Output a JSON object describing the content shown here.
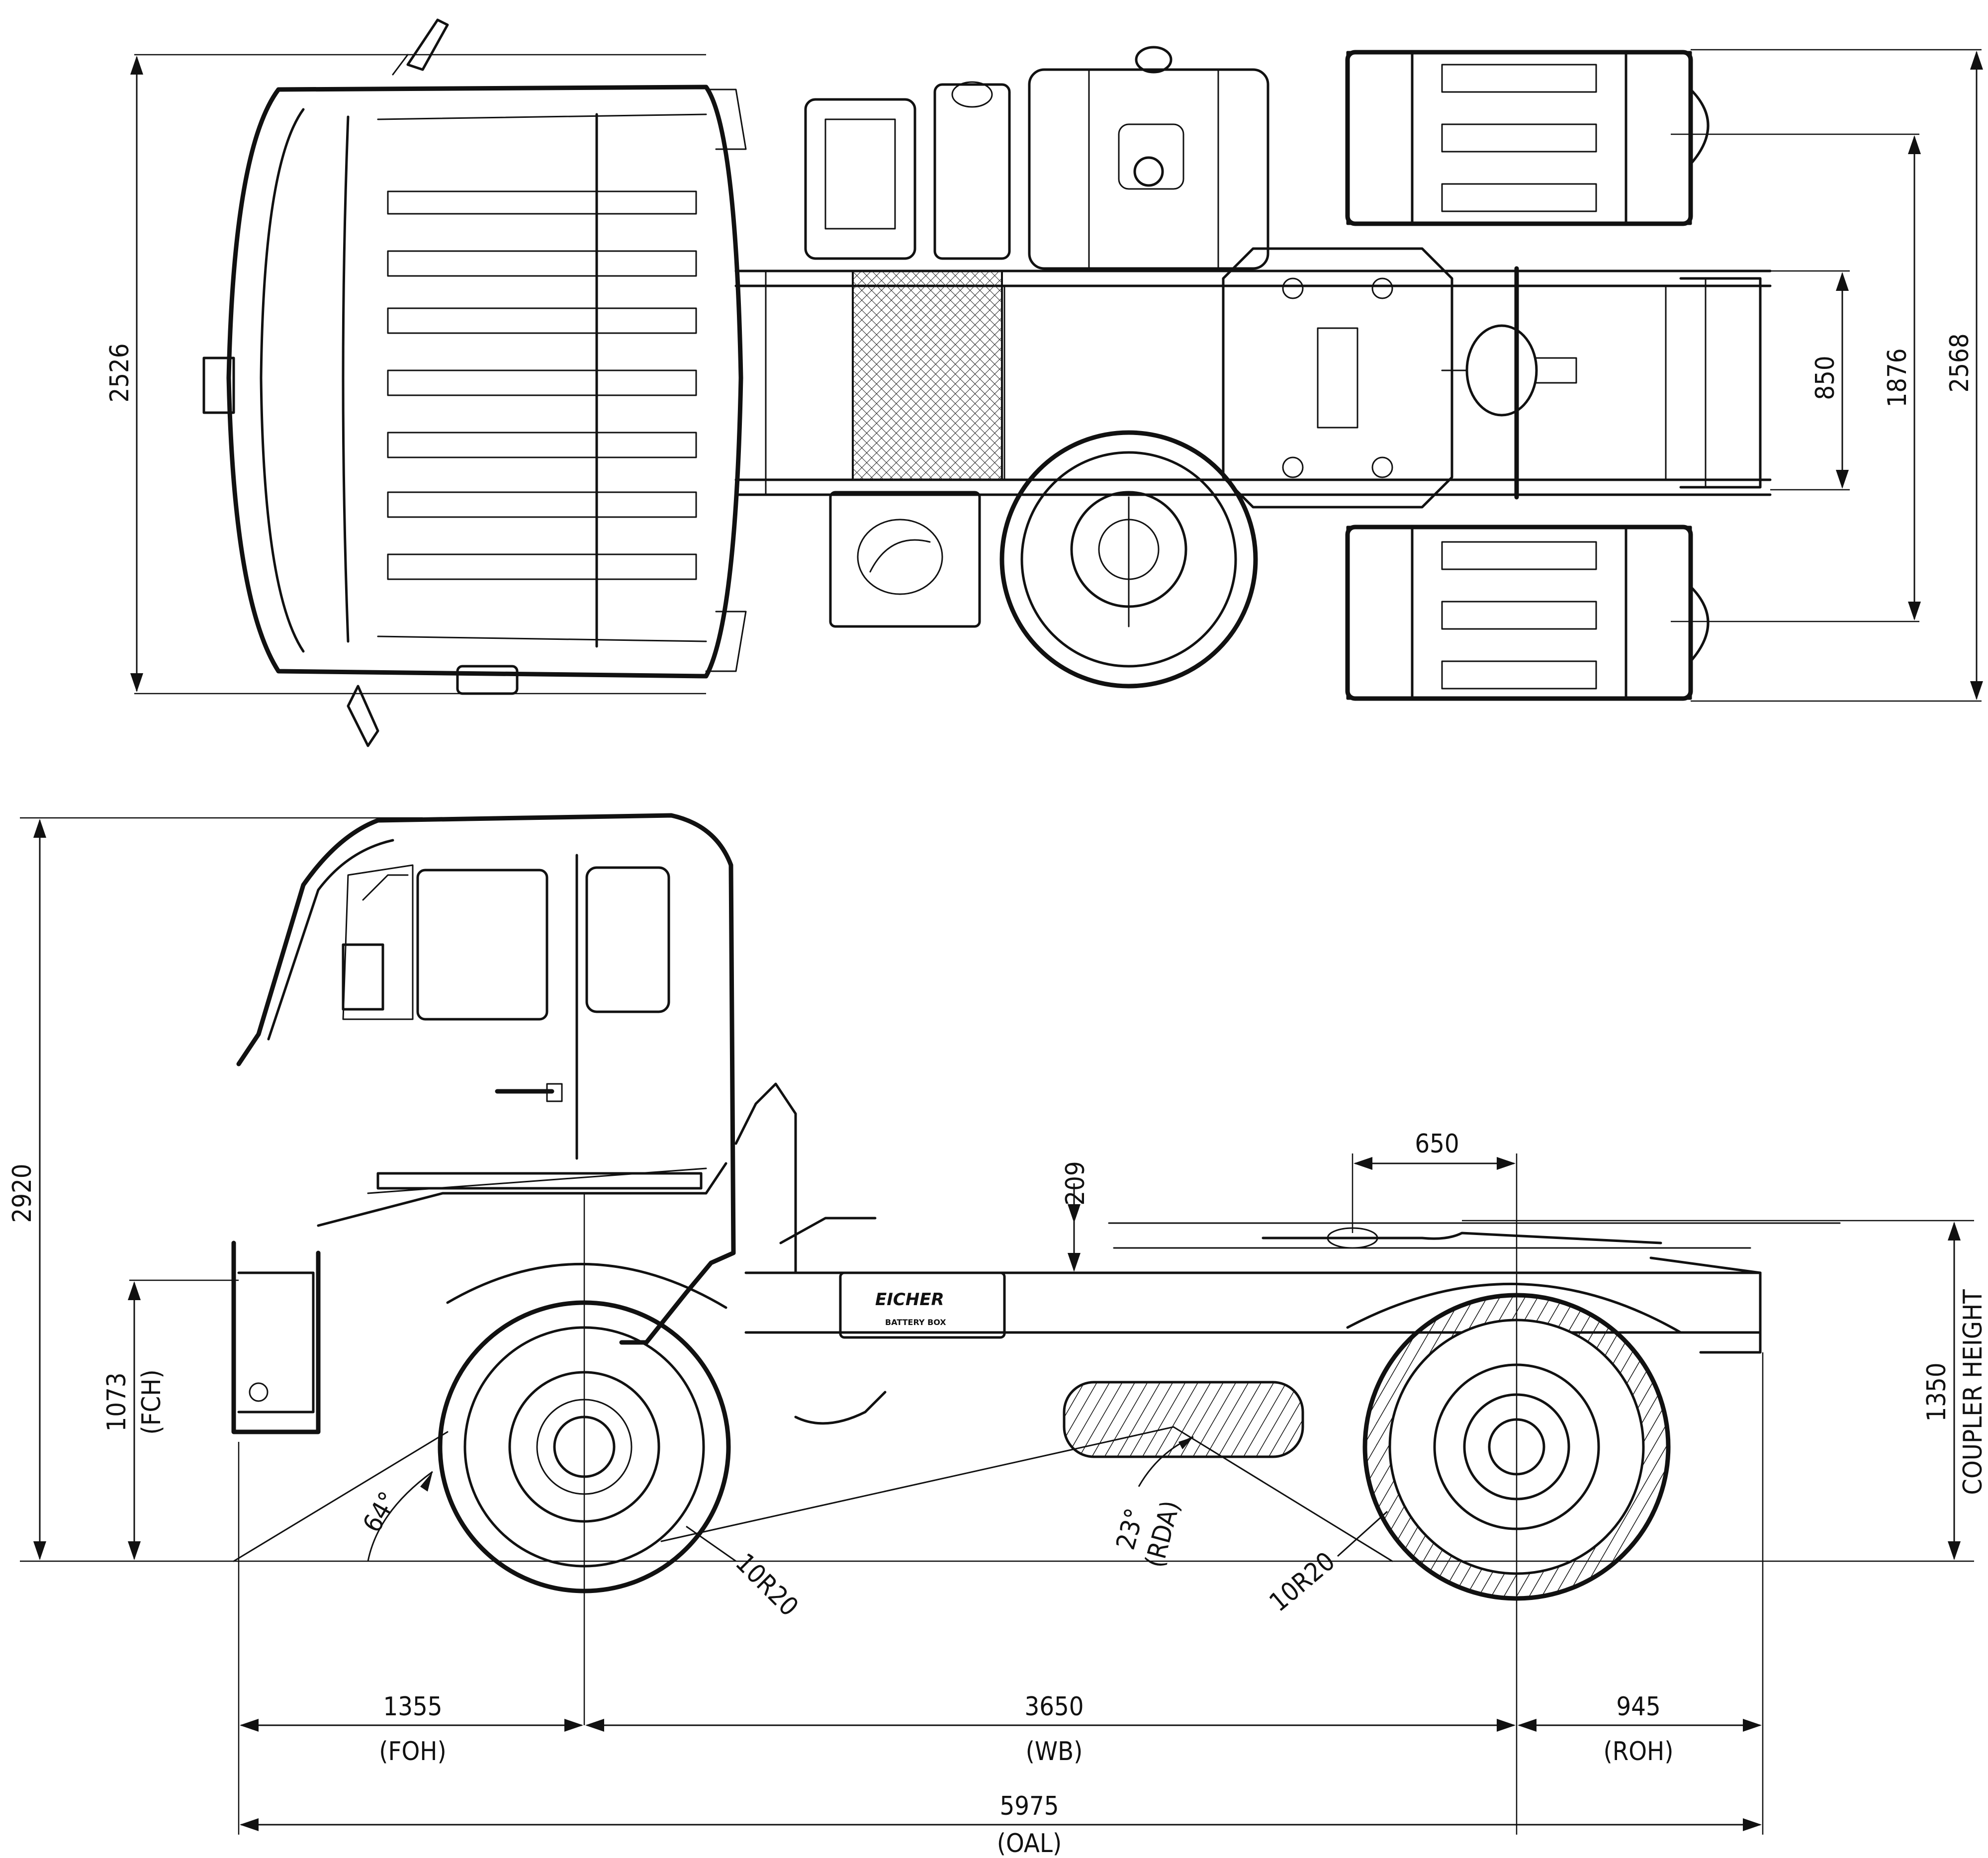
{
  "brand": {
    "name": "EICHER",
    "battery_box": "BATTERY BOX"
  },
  "top_view": {
    "overall_width": "2526",
    "rear_overall_width": "2568",
    "wheel_track": "1876",
    "frame_width": "850"
  },
  "side_view": {
    "overall_height": "2920",
    "frame_clearance_top": "209",
    "frame_height": "1073",
    "frame_height_abbrev": "(FCH)",
    "coupler_height": "1350",
    "coupler_height_label": "COUPLER HEIGHT",
    "fifth_wheel_lead": "650",
    "approach_angle": "64°",
    "ramp_angle": "23°",
    "ramp_angle_abbrev": "(RDA)",
    "front_tyre": "10R20",
    "rear_tyre": "10R20"
  },
  "length_dims": {
    "front_overhang": "1355",
    "front_overhang_abbrev": "(FOH)",
    "wheelbase": "3650",
    "wheelbase_abbrev": "(WB)",
    "rear_overhang": "945",
    "rear_overhang_abbrev": "(ROH)",
    "overall_length": "5975",
    "overall_length_abbrev": "(OAL)"
  }
}
